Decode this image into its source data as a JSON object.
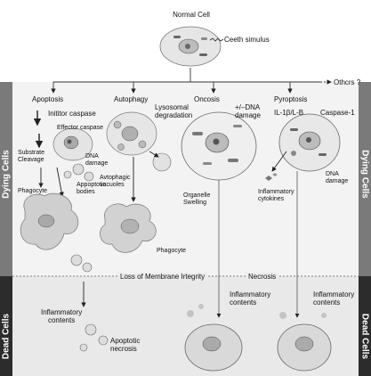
{
  "diagram": {
    "normal_cell": "Normal Cell",
    "stimulus": "Ceeth simulus",
    "others": "Othcrs ?",
    "pathways": {
      "apoptosis": "Apoptosis",
      "autophagy": "Autophagy",
      "oncosis": "Oncosis",
      "pyroptosis": "Pyroptosis"
    },
    "apoptosis_labels": {
      "initiator": "Inititor caspase",
      "effector": "Effector caspase",
      "substrate": "Substrate\nCleavage",
      "dna": "DNA\ndamage",
      "bodies": "Appoptotic\nbodies",
      "phagocyte": "Phagocyte"
    },
    "autophagy_labels": {
      "lysosomal": "Lysosomal\ndegradation",
      "vacuoles": "Avtophagic\nvacuoles",
      "phagocyte": "Phagocyte"
    },
    "oncosis_labels": {
      "dna": "+/–DNA\ndamage",
      "swelling": "Organelle\nSwelling"
    },
    "pyroptosis_labels": {
      "il": "IL-1β/L-B",
      "caspase": "Caspase-1",
      "dna": "DNA\ndamage",
      "cytokines": "Inflammatory\ncytokines"
    },
    "membrane_loss": "Loss of Membrane Irtegrity",
    "necrosis": "Necrosis",
    "inflammatory_contents_1": "Inflammatory\ncontents",
    "apoptotic_necrosis": "Apoptotic\nnecrosis",
    "inflammatory_contents_2": "Inflammatory\ncontents",
    "inflammatory_contents_3": "Inflammatory\ncontents",
    "dying_cells": "Dying Cells",
    "dead_cells": "Dead Cells"
  }
}
